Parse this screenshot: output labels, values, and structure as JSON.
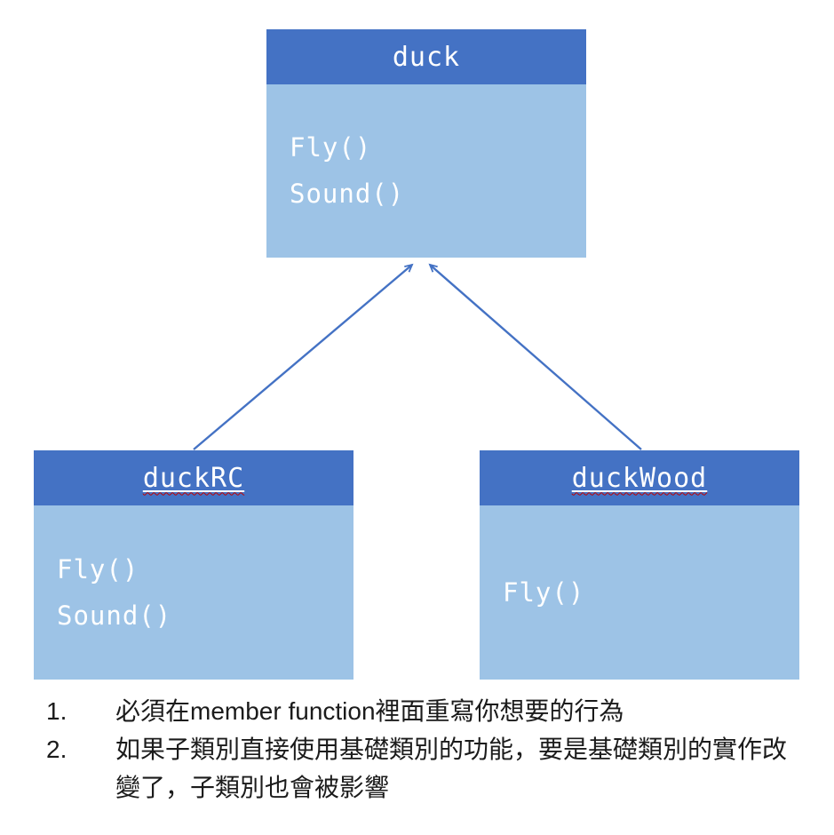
{
  "diagram": {
    "colors": {
      "header_blue": "#4472C4",
      "body_blue": "#9DC3E6",
      "arrow_blue": "#4472C4",
      "box_text": "#FFFFFF"
    },
    "classes": [
      {
        "name": "duck",
        "members": [
          "Fly()",
          "Sound()"
        ]
      },
      {
        "name": "duckRC",
        "members": [
          "Fly()",
          "Sound()"
        ]
      },
      {
        "name": "duckWood",
        "members": [
          "Fly()"
        ]
      }
    ]
  },
  "notes": {
    "items": [
      {
        "number": "1.",
        "text": "必須在member function裡面重寫你想要的行為"
      },
      {
        "number": "2.",
        "text": "如果子類別直接使用基礎類別的功能，要是基礎類別的實作改變了，子類別也會被影響"
      }
    ]
  }
}
